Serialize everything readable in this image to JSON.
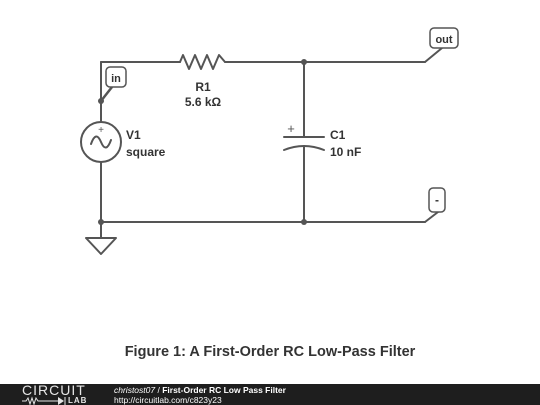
{
  "schematic": {
    "ports": {
      "input": "in",
      "output": "out",
      "negative": "-"
    },
    "components": {
      "r1": {
        "name": "R1",
        "value": "5.6 kΩ"
      },
      "v1": {
        "name": "V1",
        "value": "square"
      },
      "c1": {
        "name": "C1",
        "value": "10 nF",
        "polarity": "+"
      }
    },
    "wire_color": "#555555"
  },
  "caption": "Figure 1: A First-Order RC Low-Pass Filter",
  "footer": {
    "logo_top": "CIRCUIT",
    "logo_bottom": "LAB",
    "author": "christost07",
    "separator": " / ",
    "title": "First-Order RC Low Pass Filter",
    "url": "http://circuitlab.com/c823y23"
  }
}
